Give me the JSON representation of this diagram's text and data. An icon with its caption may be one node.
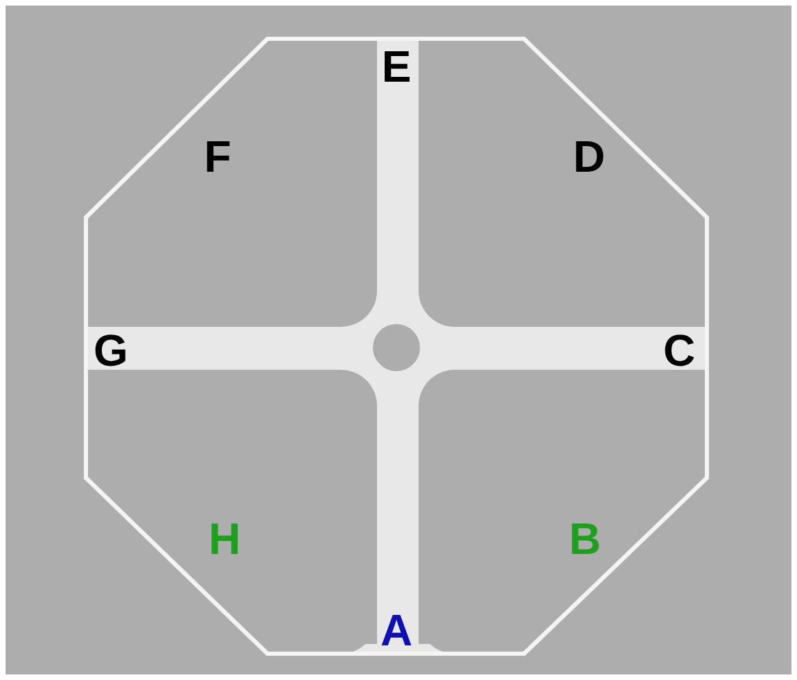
{
  "diagram": {
    "labels": [
      "E",
      "F",
      "D",
      "G",
      "C",
      "H",
      "B",
      "A"
    ]
  }
}
